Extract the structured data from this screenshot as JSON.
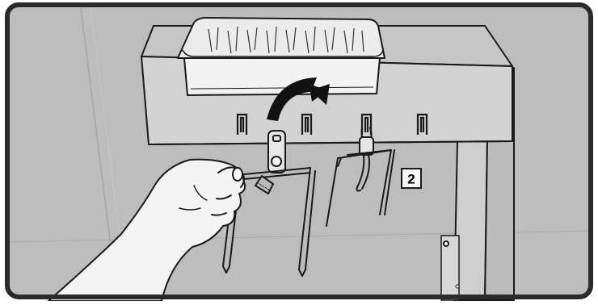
{
  "illustration": {
    "step_label": "2",
    "icons": [
      "drip-tray-with-bristles",
      "curved-arrow",
      "mounting-slot",
      "hand",
      "rotisserie-fork",
      "rotisserie-fork-mounted",
      "stand-leg"
    ],
    "colors": {
      "frame": "#2a2a2a",
      "background": "#bdbdbd",
      "panel": "#d2d2d2",
      "panel_side": "#c4c4c4",
      "tray": "#ececec",
      "hand": "#f4f4f4",
      "arrow": "#111111"
    }
  }
}
